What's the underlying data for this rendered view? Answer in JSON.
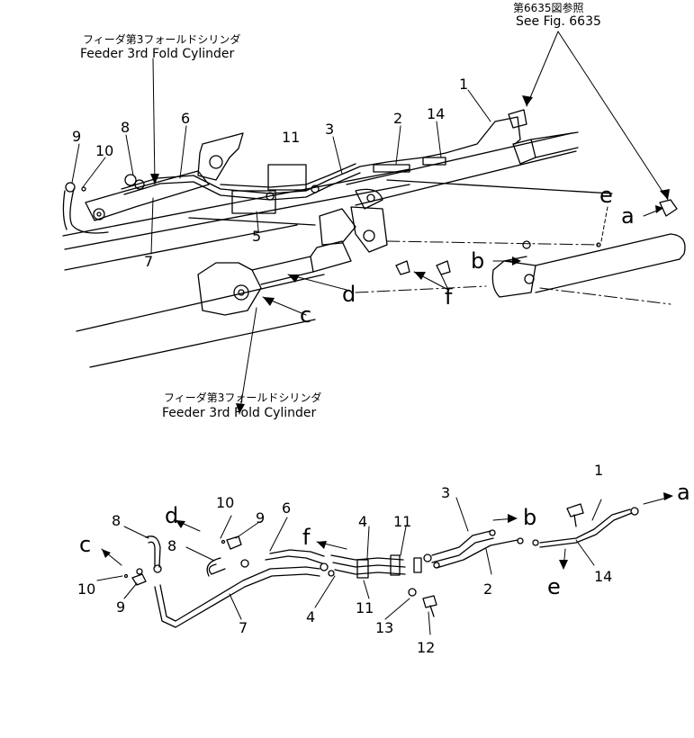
{
  "references": {
    "fig_ref_jp": "第6635図参照",
    "fig_ref_en": "See Fig. 6635",
    "cyl_top_jp": "フィーダ第3フォールドシリンダ",
    "cyl_top_en": "Feeder 3rd Fold Cylinder",
    "cyl_mid_jp": "フィーダ第3フォールドシリンダ",
    "cyl_mid_en": "Feeder 3rd Fold Cylinder"
  },
  "top_callouts": {
    "n1": "1",
    "n2": "2",
    "n3": "3",
    "n14": "14",
    "n11": "11",
    "n6": "6",
    "n8": "8",
    "n9": "9",
    "n10": "10",
    "n7": "7",
    "n5": "5",
    "e": "e",
    "a": "a",
    "b": "b",
    "f": "f",
    "d": "d",
    "c": "c"
  },
  "bottom_callouts": {
    "n1": "1",
    "n3": "3",
    "n2": "2",
    "n14": "14",
    "n4a": "4",
    "n11a": "11",
    "n4b": "4",
    "n11b": "11",
    "n13": "13",
    "n12": "12",
    "n6": "6",
    "n7": "7",
    "n8a": "8",
    "n8b": "8",
    "n9a": "9",
    "n9b": "9",
    "n10a": "10",
    "n10b": "10",
    "a": "a",
    "b": "b",
    "c": "c",
    "d": "d",
    "e": "e",
    "f": "f"
  }
}
